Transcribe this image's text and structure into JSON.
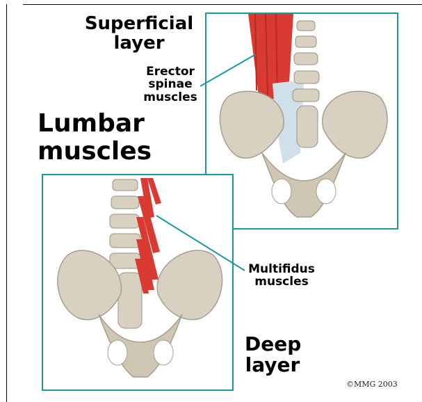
{
  "labels": {
    "superficial_line1": "Superficial",
    "superficial_line2": "layer",
    "erector_line1": "Erector",
    "erector_line2": "spinae",
    "erector_line3": "muscles",
    "lumbar_line1": "Lumbar",
    "lumbar_line2": "muscles",
    "multifidus_line1": "Multifidus",
    "multifidus_line2": "muscles",
    "deep_line1": "Deep",
    "deep_line2": "layer",
    "copyright": "©MMG 2003"
  },
  "colors": {
    "panel_border": "#1a9a9a",
    "bone": "#d8d0c0",
    "bone_shadow": "#a79e8e",
    "muscle": "#d93b32",
    "ligament": "#cfe0ea"
  }
}
